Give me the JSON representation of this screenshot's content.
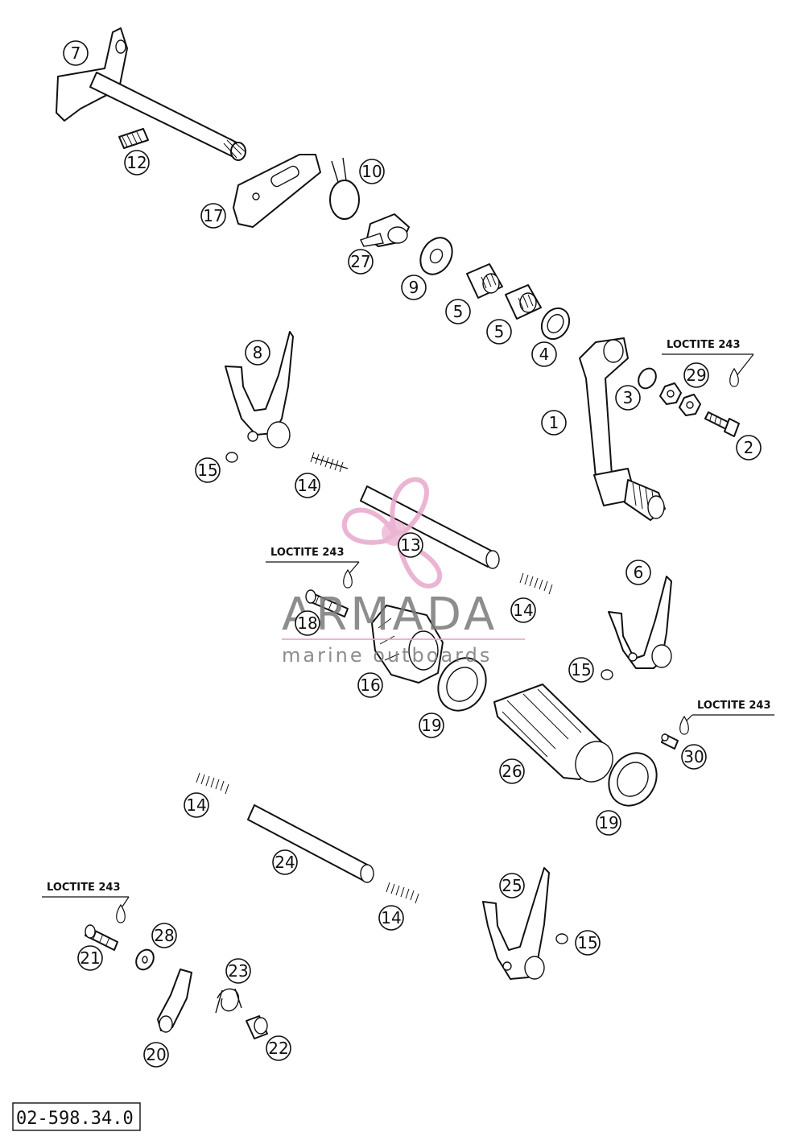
{
  "callouts": [
    {
      "label": "7"
    },
    {
      "label": "12"
    },
    {
      "label": "17"
    },
    {
      "label": "10"
    },
    {
      "label": "27"
    },
    {
      "label": "9"
    },
    {
      "label": "5"
    },
    {
      "label": "5"
    },
    {
      "label": "4"
    },
    {
      "label": "8"
    },
    {
      "label": "3"
    },
    {
      "label": "29"
    },
    {
      "label": "1"
    },
    {
      "label": "2"
    },
    {
      "label": "15"
    },
    {
      "label": "14"
    },
    {
      "label": "13"
    },
    {
      "label": "14"
    },
    {
      "label": "6"
    },
    {
      "label": "18"
    },
    {
      "label": "16"
    },
    {
      "label": "15"
    },
    {
      "label": "19"
    },
    {
      "label": "26"
    },
    {
      "label": "30"
    },
    {
      "label": "14"
    },
    {
      "label": "19"
    },
    {
      "label": "24"
    },
    {
      "label": "25"
    },
    {
      "label": "14"
    },
    {
      "label": "15"
    },
    {
      "label": "28"
    },
    {
      "label": "21"
    },
    {
      "label": "23"
    },
    {
      "label": "20"
    },
    {
      "label": "22"
    }
  ],
  "loctite_notes": [
    {
      "text": "LOCTITE 243"
    },
    {
      "text": "LOCTITE 243"
    },
    {
      "text": "LOCTITE 243"
    },
    {
      "text": "LOCTITE 243"
    }
  ],
  "watermark": {
    "title": "ARMADA",
    "subtitle": "marine outboards",
    "colors": {
      "logo": "#e8a8cc",
      "text": "#7a7a7a",
      "line": "#e8a8cc"
    }
  },
  "document_code": "02-598.34.0",
  "colors": {
    "line": "#111111",
    "background": "#ffffff"
  }
}
